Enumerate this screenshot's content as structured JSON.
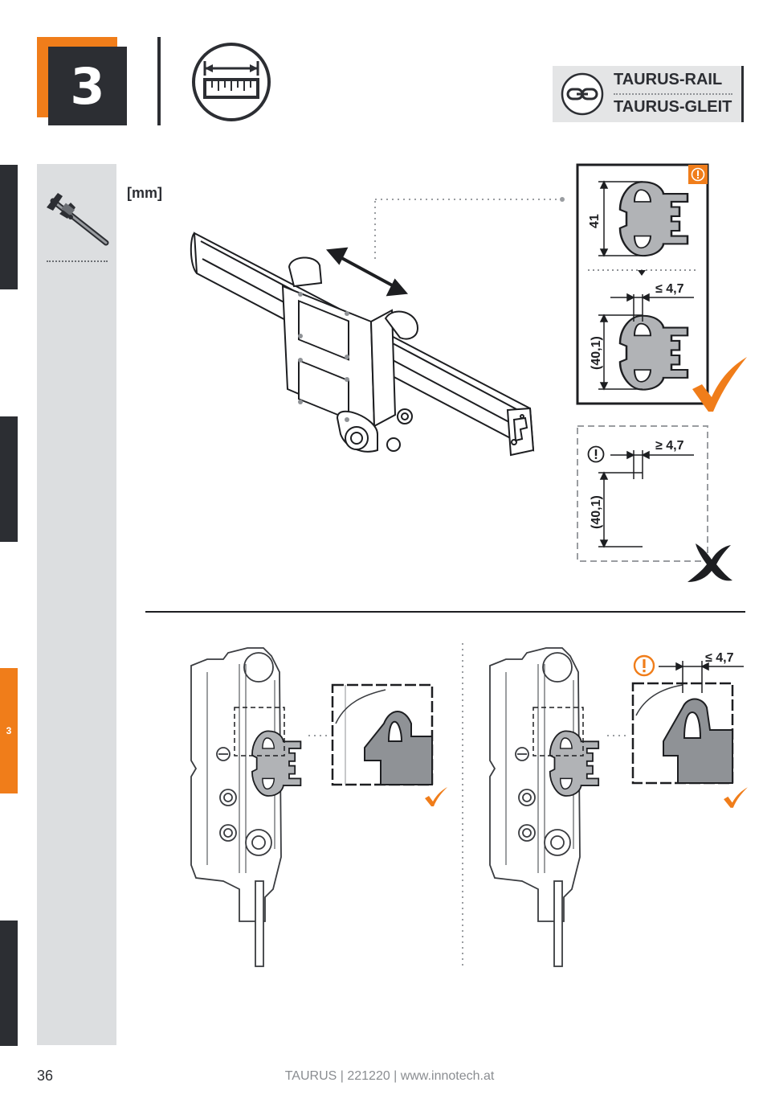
{
  "step": {
    "number": "3"
  },
  "badge": {
    "line1": "TAURUS-RAIL",
    "line2": "TAURUS-GLEIT"
  },
  "sidebar": {
    "active_tab": "3"
  },
  "units": "[mm]",
  "dimensions": {
    "height_full": "41",
    "height_ref_ok": "(40,1)",
    "height_ref_bad": "(40,1)",
    "gap_max_ok": "≤ 4,7",
    "gap_min_bad": "≥ 4,7",
    "gap_max_detail": "≤ 4,7"
  },
  "warning_glyph": "!",
  "colors": {
    "accent": "#f07d1a",
    "dark": "#2c2e33",
    "panel": "#dcdee0"
  },
  "icons": [
    "measuring-tape-icon",
    "link-icon",
    "caliper-icon",
    "check-icon",
    "cross-icon",
    "warning-icon"
  ],
  "footer": {
    "page": "36",
    "text": "TAURUS | 221220 | www.innotech.at"
  }
}
